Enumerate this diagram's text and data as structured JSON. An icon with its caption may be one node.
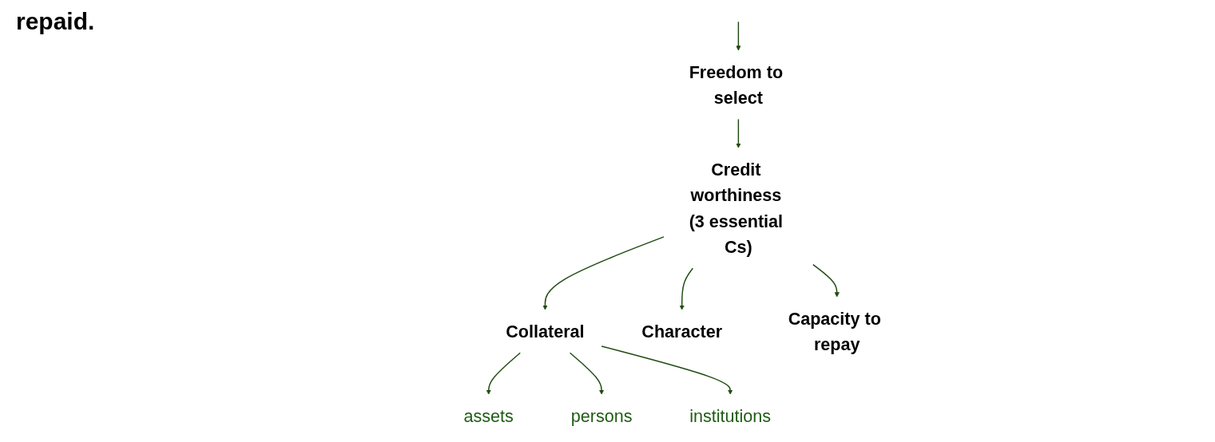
{
  "diagram": {
    "nodes": [
      {
        "text": [
          "Freedom to select"
        ]
      },
      {
        "text": [
          "Credit worthiness (3 essential Cs)"
        ]
      },
      {
        "text": [
          "Collateral"
        ]
      },
      {
        "text": [
          "Character"
        ]
      },
      {
        "text": [
          "Capacity to repay"
        ]
      },
      {
        "text": [
          "assets"
        ]
      },
      {
        "text": [
          "persons"
        ]
      },
      {
        "text": [
          "institutions"
        ]
      }
    ],
    "edges": [
      {
        "from": null,
        "to": 0,
        "arrow": "to"
      },
      {
        "from": 0,
        "to": 1,
        "arrow": "to"
      },
      {
        "from": 1,
        "to": 2,
        "arrow": "to"
      },
      {
        "from": 1,
        "to": 3,
        "arrow": "to"
      },
      {
        "from": 1,
        "to": 4,
        "arrow": "to"
      },
      {
        "from": 2,
        "to": 5,
        "arrow": "to"
      },
      {
        "from": 2,
        "to": 6,
        "arrow": "to"
      },
      {
        "from": 2,
        "to": 7,
        "arrow": "to"
      }
    ],
    "labels": [
      "repaid."
    ]
  }
}
